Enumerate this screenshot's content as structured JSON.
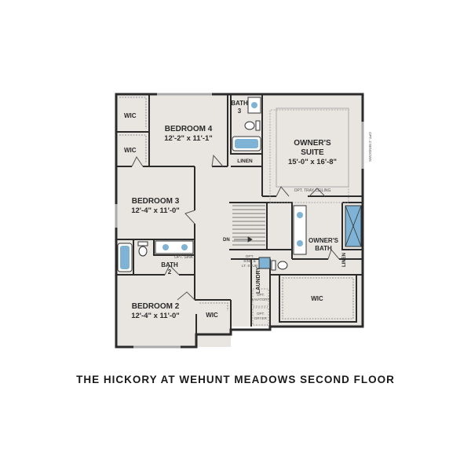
{
  "rooms": {
    "wic_a": "WIC",
    "wic_b": "WIC",
    "bedroom4_name": "BEDROOM 4",
    "bedroom4_dims": "12'-2\" x 11'-1\"",
    "bath3_name": "BATH",
    "bath3_num": "3",
    "linen_top": "LINEN",
    "owners_suite_line1": "OWNER'S",
    "owners_suite_line2": "SUITE",
    "owners_suite_dims": "15'-0\" x 16'-8\"",
    "tray_ceiling": "OPT. TRAY CEILING",
    "opt_windows": "OPT. 3 WINDOWS",
    "bedroom3_name": "BEDROOM 3",
    "bedroom3_dims": "12'-4\" x 11'-0\"",
    "dn": "DN",
    "owners_bath_line1": "OWNER'S",
    "owners_bath_line2": "BATH",
    "linen_right": "LINEN",
    "opt_sink": "OPT. SINK",
    "bath2_name": "BATH",
    "bath2_num": "2",
    "opt_sink_lt_line1": "OPT.",
    "opt_sink_lt_line2": "SINK &",
    "opt_sink_lt_line3": "LT. STUB",
    "laundry": "LAUNDRY",
    "owner_wic": "WIC",
    "opt_lavatory_line1": "OPT.",
    "opt_lavatory_line2": "LAVATORY",
    "opt_dryer_line1": "OPT.",
    "opt_dryer_line2": "DRYER",
    "bedroom2_name": "BEDROOM 2",
    "bedroom2_dims": "12'-4\" x 11'-0\"",
    "wic_b2": "WIC"
  },
  "caption": "THE HICKORY AT WEHUNT MEADOWS SECOND FLOOR",
  "colors": {
    "floor": "#e9e6e2",
    "wall": "#2b2b2b",
    "fixture": "#7fb3d5",
    "background": "#ffffff"
  }
}
